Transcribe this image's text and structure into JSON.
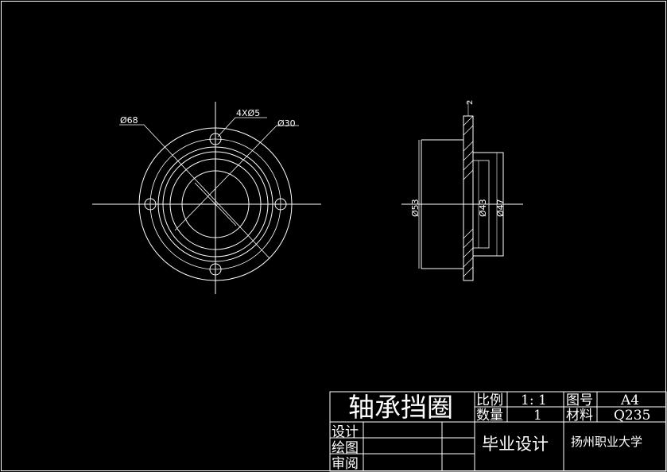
{
  "colors": {
    "background": "#000000",
    "line": "#ffffff"
  },
  "front_view": {
    "dim_outer": "Ø68",
    "dim_holes": "4XØ5",
    "dim_inner": "Ø30"
  },
  "side_view": {
    "dim_small": "2",
    "dim_53": "Ø53",
    "dim_43": "Ø43",
    "dim_47": "Ø47"
  },
  "title_block": {
    "part_name": "轴承挡圈",
    "scale_label": "比例",
    "scale_value": "1: 1",
    "drawing_no_label": "图号",
    "drawing_no_value": "A4",
    "quantity_label": "数量",
    "quantity_value": "1",
    "material_label": "材料",
    "material_value": "Q235",
    "design_label": "设计",
    "drafting_label": "绘图",
    "review_label": "审阅",
    "project": "毕业设计",
    "school": "扬州职业大学"
  }
}
